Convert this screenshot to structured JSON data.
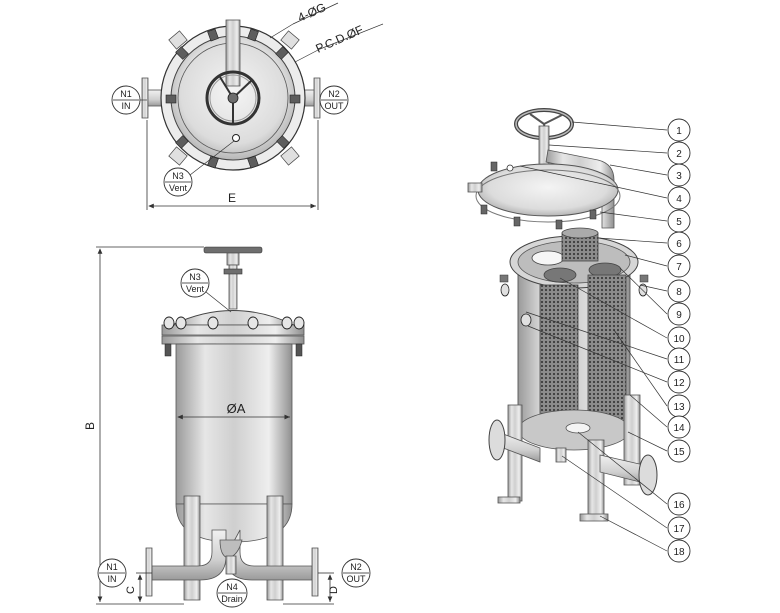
{
  "top_view": {
    "bolt_label": "4-ØG",
    "pcd_label": "P.C.D.ØF",
    "width_dim": "E",
    "n1": {
      "id": "N1",
      "name": "IN"
    },
    "n2": {
      "id": "N2",
      "name": "OUT"
    },
    "n3": {
      "id": "N3",
      "name": "Vent"
    }
  },
  "front_view": {
    "diameter_dim": "ØA",
    "height_dim": "B",
    "inlet_height_dim": "C",
    "outlet_height_dim": "D",
    "n1": {
      "id": "N1",
      "name": "IN"
    },
    "n2": {
      "id": "N2",
      "name": "OUT"
    },
    "n3": {
      "id": "N3",
      "name": "Vent"
    },
    "n4": {
      "id": "N4",
      "name": "Drain"
    }
  },
  "iso_view": {
    "callouts": [
      "1",
      "2",
      "3",
      "4",
      "5",
      "6",
      "7",
      "8",
      "9",
      "10",
      "11",
      "12",
      "13",
      "14",
      "15",
      "16",
      "17",
      "18"
    ]
  }
}
